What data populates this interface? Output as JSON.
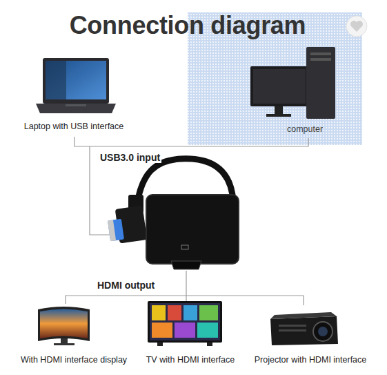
{
  "diagram": {
    "title": "Connection diagram",
    "nodes": [
      {
        "text": [
          "Laptop with USB interface"
        ]
      },
      {
        "text": [
          "computer"
        ]
      },
      {
        "text": [
          "With HDMI interface display"
        ]
      },
      {
        "text": [
          "TV with HDMI interface"
        ]
      },
      {
        "text": [
          "Projector with HDMI interface"
        ]
      }
    ],
    "labels": [
      "USB3.0 input",
      "HDMI output"
    ]
  }
}
